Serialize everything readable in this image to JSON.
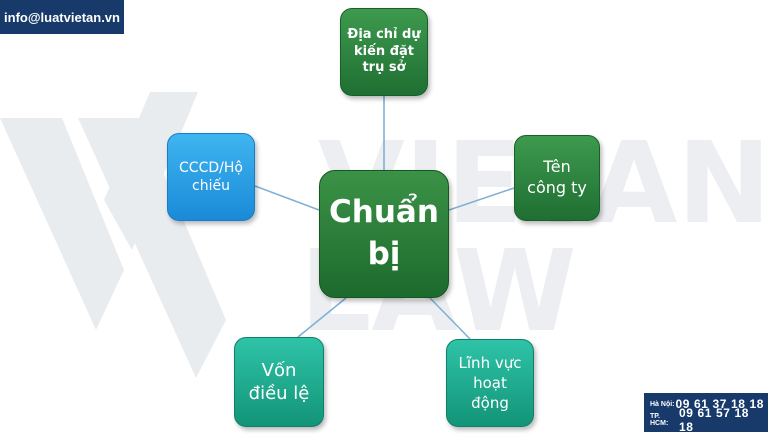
{
  "header": {
    "email": "info@luatvietan.vn"
  },
  "watermark": {
    "brand_line1": "VIETAN",
    "brand_line2": "LAW"
  },
  "diagram": {
    "center": {
      "lines": [
        "Chuẩn",
        "bị"
      ]
    },
    "nodes": {
      "address": {
        "lines": [
          "Địa chỉ dự",
          "kiến đặt",
          "trụ sở"
        ]
      },
      "company_name": {
        "lines": [
          "Tên",
          "công ty"
        ]
      },
      "id_card": {
        "lines": [
          "CCCD/Hộ",
          "chiếu"
        ]
      },
      "capital": {
        "lines": [
          "Vốn",
          "điều lệ"
        ]
      },
      "business_field": {
        "lines": [
          "Lĩnh vực",
          "hoạt",
          "động"
        ]
      }
    }
  },
  "hotline": {
    "rows": [
      {
        "city": "Hà Nội:",
        "phone": "09 61 37 18 18"
      },
      {
        "city": "TP. HCM:",
        "phone": "09 61 57 18 18"
      }
    ]
  },
  "colors": {
    "navy": "#173a6b",
    "green": "#2a7f3a",
    "blue": "#2a9fe6",
    "teal": "#1fae90",
    "connector": "#7fb2d6"
  }
}
